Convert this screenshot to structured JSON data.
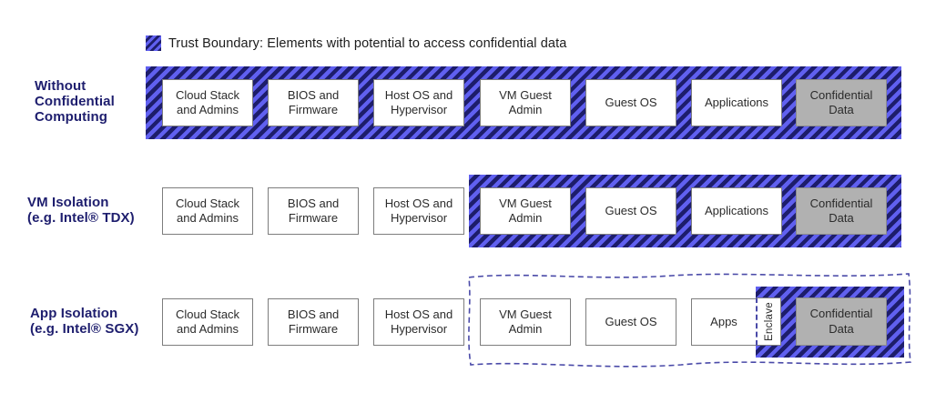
{
  "legend": {
    "icon": "trust-boundary-hatch-swatch",
    "label": "Trust Boundary: Elements with potential to access confidential data"
  },
  "colors": {
    "hatch_blue": "#6060f0",
    "hatch_navy": "#1d1d6b",
    "row_label_navy": "#1e1e6e",
    "box_border_gray": "#7d7d7d",
    "confidential_fill_gray": "#b1b1b1",
    "confidential_border_gray": "#8b8b8b",
    "dashed_outline_blue": "#4a4aa8",
    "text_dark": "#2b2b2b"
  },
  "rows": [
    {
      "label_lines": [
        "Without",
        "Confidential",
        "Computing"
      ],
      "boxes": [
        "Cloud Stack and Admins",
        "BIOS and Firmware",
        "Host OS and Hypervisor",
        "VM Guest Admin",
        "Guest OS",
        "Applications"
      ],
      "confidential": "Confidential Data"
    },
    {
      "label_lines": [
        "VM Isolation",
        "(e.g. Intel® TDX)"
      ],
      "outside": [
        "Cloud Stack and Admins",
        "BIOS and Firmware",
        "Host OS and Hypervisor"
      ],
      "boxes": [
        "VM Guest Admin",
        "Guest OS",
        "Applications"
      ],
      "confidential": "Confidential Data"
    },
    {
      "label_lines": [
        "App Isolation",
        "(e.g. Intel® SGX)"
      ],
      "outside": [
        "Cloud Stack and Admins",
        "BIOS and Firmware",
        "Host OS and Hypervisor"
      ],
      "boxes": [
        "VM Guest Admin",
        "Guest OS",
        "Apps"
      ],
      "enclave": "Enclave",
      "confidential": "Confidential Data"
    }
  ]
}
